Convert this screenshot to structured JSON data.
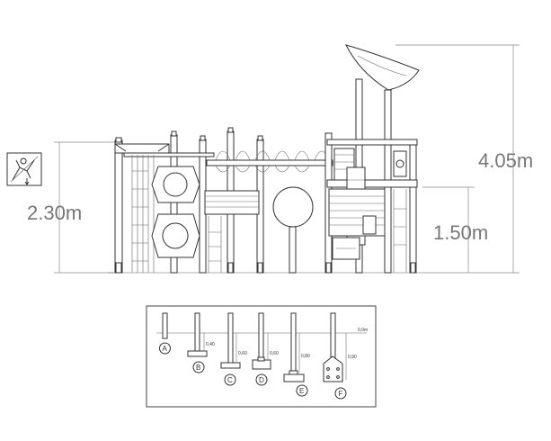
{
  "dimensions": {
    "total_height": "4.05m",
    "platform_height": "2.30m",
    "deck_height": "1.50m"
  },
  "foundation": {
    "ground_level": "0,0m",
    "options": [
      {
        "letter": "A",
        "depth": ""
      },
      {
        "letter": "B",
        "depth": "0,40"
      },
      {
        "letter": "C",
        "depth": "0,60"
      },
      {
        "letter": "D",
        "depth": "0,60"
      },
      {
        "letter": "E",
        "depth": "0,80"
      },
      {
        "letter": "F",
        "depth": "0,90"
      }
    ]
  },
  "icons": {
    "age_sign": "child-climbing-icon"
  }
}
